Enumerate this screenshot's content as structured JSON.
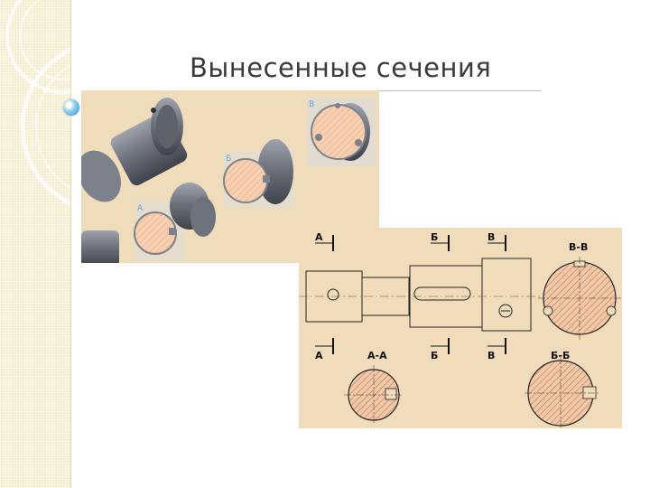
{
  "slide": {
    "title": "Вынесенные сечения"
  },
  "model_panel": {
    "callouts": [
      "В",
      "Б",
      "А"
    ]
  },
  "drawing": {
    "cut_labels_top": [
      "А",
      "Б",
      "В"
    ],
    "cut_labels_bottom": [
      "А",
      "Б",
      "В"
    ],
    "sections": [
      "В-В",
      "А-А",
      "Б-Б"
    ]
  },
  "colors": {
    "panel_background": "#eedcba",
    "drawing_background": "#f0dcbb",
    "hatch_fill": "#f6c7a4",
    "steel": "#6f737d",
    "bullet_blue": "#2e8fc4"
  }
}
